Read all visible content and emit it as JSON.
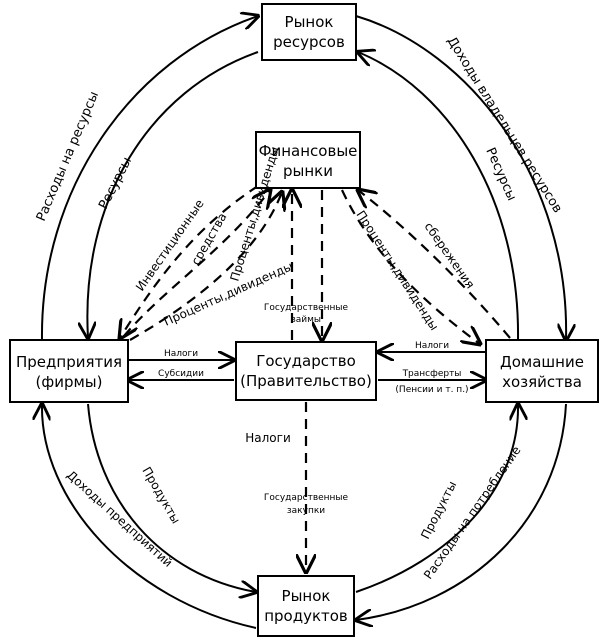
{
  "nodes": {
    "resource_market": [
      "Рынок",
      "ресурсов"
    ],
    "financial_markets": [
      "Финансовые",
      "рынки"
    ],
    "firms": [
      "Предприятия",
      "(фирмы)"
    ],
    "government": [
      "Государство",
      "(Правительство)"
    ],
    "households": [
      "Домашние",
      "хозяйства"
    ],
    "product_market": [
      "Рынок",
      "продуктов"
    ]
  },
  "labels": {
    "resource_spending": "Расходы на ресурсы",
    "resources_left": "Ресурсы",
    "owner_income": "Доходы владельцев ресурсов",
    "resources_right": "Ресурсы",
    "investment_funds": [
      "Инвестиционные",
      "средства"
    ],
    "interest_dividends_left": "Проценты,дивиденды",
    "interest_dividends_left2": "Проценты,дивиденды",
    "interest_dividends_right": "Проценты,дивиденды",
    "savings": "сбережения",
    "gov_loans": [
      "Государственные",
      "займы"
    ],
    "taxes_firms": "Налоги",
    "subsidies": "Субсидии",
    "taxes_households": "Налоги",
    "transfers": "Трансферты",
    "transfers_note": "(Пенсии и т. п.)",
    "taxes_center": "Налоги",
    "gov_purchases": [
      "Государственные",
      "закупки"
    ],
    "firm_income": "Доходы предприятий",
    "products_left": "Продукты",
    "products_right": "Продукты",
    "consumption_spending": "Расходы на потребление"
  }
}
